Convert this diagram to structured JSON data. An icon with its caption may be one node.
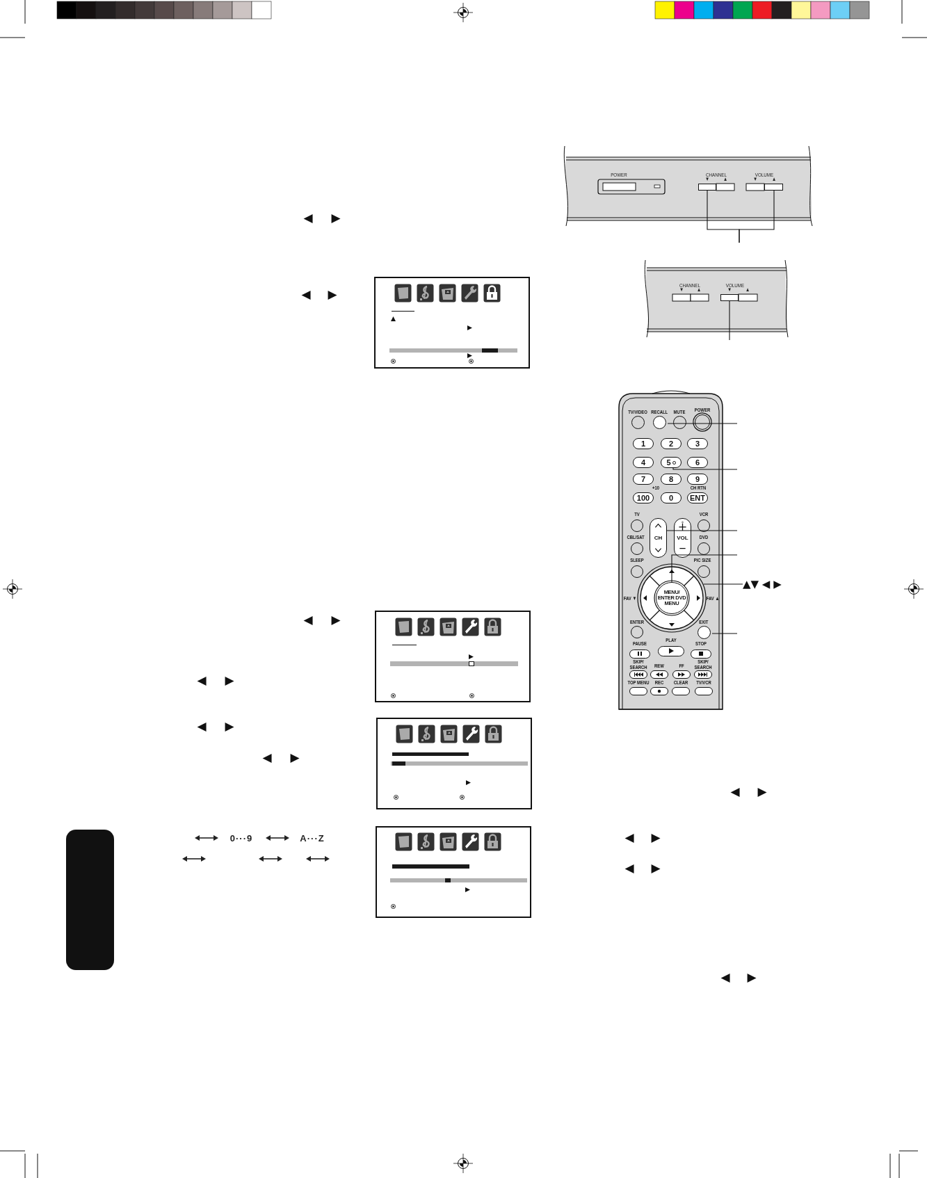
{
  "diagram": {
    "nodes": [
      {
        "text": [],
        "shape": "box"
      },
      {
        "text": [],
        "shape": "box"
      },
      {
        "text": [],
        "shape": "box"
      },
      {
        "text": [
          "RECALL"
        ]
      },
      {
        "text": [
          "5"
        ]
      },
      {
        "text": [
          "CH"
        ]
      },
      {
        "text": [],
        "shape": "circle"
      },
      {
        "text": [
          "MENU/ ENTER DVD MENU"
        ],
        "in": 6
      },
      {
        "text": [
          "▲▼ ◀ ▶"
        ]
      },
      {
        "text": [
          "EXIT"
        ]
      },
      {
        "text": [
          "VOL"
        ]
      },
      {
        "text": [],
        "shape": "box"
      }
    ],
    "edges": [
      {
        "from": null,
        "to": 0,
        "arrow": "none"
      },
      {
        "from": null,
        "to": 1,
        "arrow": "none"
      },
      {
        "from": null,
        "to": 2,
        "arrow": "none"
      },
      {
        "from": null,
        "to": 3,
        "arrow": "none"
      },
      {
        "from": null,
        "to": 4,
        "arrow": "none"
      },
      {
        "from": null,
        "to": 5,
        "arrow": "none"
      },
      {
        "from": null,
        "to": 7,
        "arrow": "none"
      },
      {
        "from": 8,
        "to": 6,
        "arrow": "none"
      },
      {
        "from": null,
        "to": 9,
        "arrow": "none"
      }
    ],
    "labels": [
      "POWER",
      "CHANNEL",
      "▼",
      "▲",
      "VOLUME",
      "▼",
      "▲",
      "◀",
      "▶",
      "CHANNEL",
      "▼",
      "▲",
      "VOLUME",
      "▼",
      "▲",
      "◀",
      "▶",
      "TV/VIDEO",
      "MUTE",
      "POWER",
      "1",
      "2",
      "3",
      "4",
      "6",
      "7",
      "8",
      "9",
      "+10",
      "CH RTN",
      "100",
      "0",
      "ENT",
      "TV",
      "VCR",
      "CBL/SAT",
      "DVD",
      "SLEEP",
      "PIC SIZE",
      "FAV ▼",
      "FAV ▲",
      "ENTER",
      "PAUSE",
      "PLAY",
      "STOP",
      "SKIP/ SEARCH",
      "REW",
      "FF",
      "SKIP/ SEARCH",
      "TOP MENU",
      "REC",
      "CLEAR",
      "TV/VCR",
      "◀",
      "▶",
      "◀",
      "▶",
      "◀",
      "▶",
      "◀",
      "▶",
      "0···9",
      "A···Z",
      "◀",
      "▶",
      "◀",
      "▶",
      "◀",
      "▶",
      "◀",
      "▶"
    ]
  }
}
